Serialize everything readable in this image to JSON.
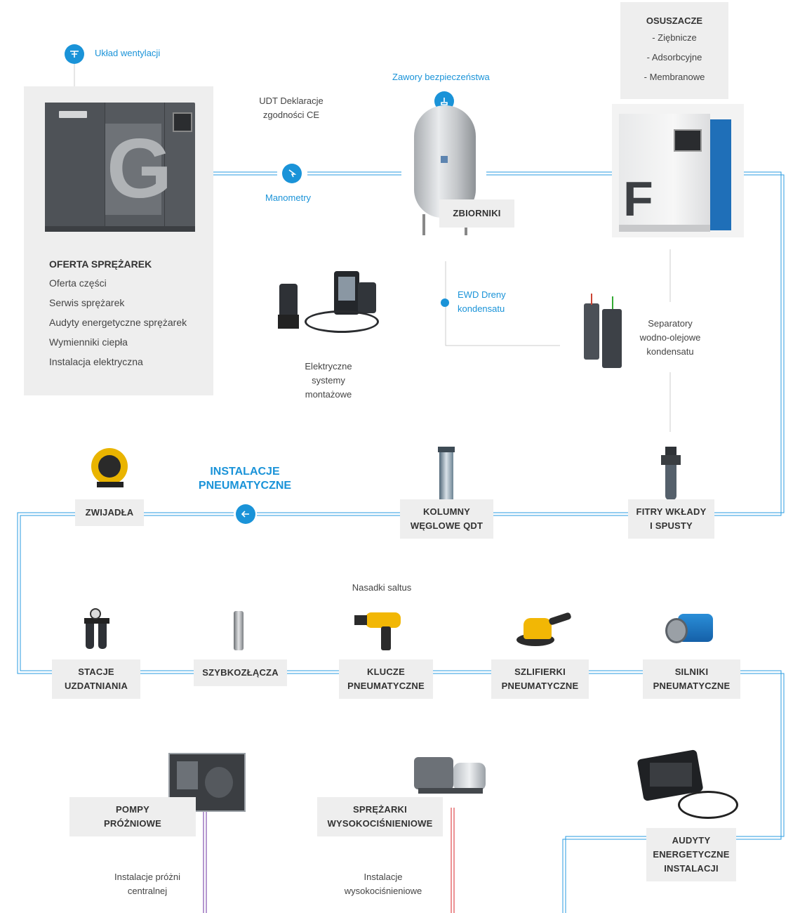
{
  "ventilation": {
    "label": "Układ wentylacji",
    "icon": "ventilation-icon"
  },
  "udt": {
    "line1": "UDT Deklaracje",
    "line2": "zgodności CE"
  },
  "manometers": {
    "label": "Manometry",
    "icon": "pointer-icon"
  },
  "valves": {
    "label": "Zawory bezpieczeństwa",
    "icon": "valve-icon"
  },
  "tanks": {
    "label": "ZBIORNIKI"
  },
  "dryers": {
    "title": "OSUSZACZE",
    "items": [
      "- Ziębnicze",
      "- Adsorbcyjne",
      "- Membranowe"
    ]
  },
  "compressors": {
    "title": "OFERTA SPRĘŻAREK",
    "items": [
      "Oferta części",
      "Serwis sprężarek",
      "Audyty energetyczne sprężarek",
      "Wymienniki ciepła",
      "Instalacja elektryczna"
    ]
  },
  "ewd": {
    "line1": "EWD Dreny",
    "line2": "kondensatu"
  },
  "separators": {
    "line1": "Separatory",
    "line2": "wodno-olejowe",
    "line3": "kondensatu"
  },
  "electric": {
    "line1": "Elektryczne",
    "line2": "systemy",
    "line3": "montażowe"
  },
  "pneumatic_title": {
    "line1": "INSTALACJE",
    "line2": "PNEUMATYCZNE"
  },
  "row1": {
    "reels": "ZWIJADŁA",
    "columns": {
      "line1": "KOLUMNY",
      "line2": "WĘGLOWE QDT"
    },
    "filters": {
      "line1": "FITRY WKŁADY",
      "line2": "I SPUSTY"
    }
  },
  "saltus": "Nasadki saltus",
  "row2": {
    "stations": {
      "line1": "STACJE",
      "line2": "UZDATNIANIA"
    },
    "couplings": "SZYBKOZŁĄCZA",
    "wrenches": {
      "line1": "KLUCZE",
      "line2": "PNEUMATYCZNE"
    },
    "grinders": {
      "line1": "SZLIFIERKI",
      "line2": "PNEUMATYCZNE"
    },
    "motors": {
      "line1": "SILNIKI",
      "line2": "PNEUMATYCZNE"
    }
  },
  "row3": {
    "vacuum": {
      "line1": "POMPY",
      "line2": "PRÓŻNIOWE"
    },
    "highpressure": {
      "line1": "SPRĘŻARKI",
      "line2": "WYSOKOCIŚNIENIOWE"
    },
    "audits": {
      "line1": "AUDYTY",
      "line2": "ENERGETYCZNE",
      "line3": "INSTALACJI"
    }
  },
  "vacuum_install": {
    "line1": "Instalacje próżni",
    "line2": "centralnej"
  },
  "hp_install": {
    "line1": "Instalacje",
    "line2": "wysokociśnieniowe"
  },
  "colors": {
    "accent": "#1a93d8",
    "panel": "#eeeeee",
    "vacuum_line": "#6b2fa0",
    "hp_line": "#d9262a"
  }
}
